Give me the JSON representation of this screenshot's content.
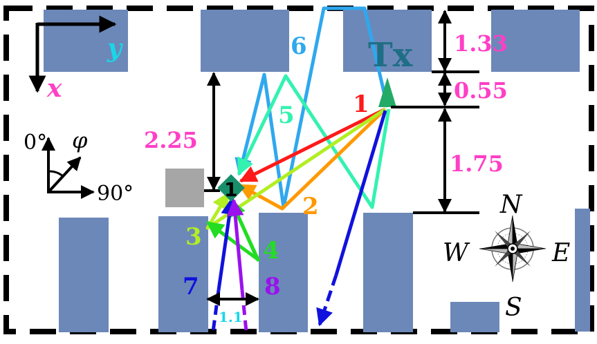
{
  "axes": {
    "x_label": "x",
    "y_label": "y"
  },
  "angle_key": {
    "zero_label": "0°",
    "phi_label": "φ",
    "ninety_label": "90°"
  },
  "transmitter": {
    "label": "Tx"
  },
  "receiver": {
    "label": "1"
  },
  "dimensions": {
    "top_gap": "1.33",
    "tx_offset": "0.55",
    "tx_to_street": "1.75",
    "rx_to_top": "2.25",
    "street_width": "1.1"
  },
  "compass": {
    "north": "N",
    "south": "S",
    "east": "E",
    "west": "W"
  },
  "paths": [
    {
      "id": "1",
      "color": "#ff1a1a"
    },
    {
      "id": "2",
      "color": "#ff9900"
    },
    {
      "id": "3",
      "color": "#b2ee22"
    },
    {
      "id": "4",
      "color": "#22dd22"
    },
    {
      "id": "5",
      "color": "#33f2b0"
    },
    {
      "id": "6",
      "color": "#2fa8ee"
    },
    {
      "id": "7",
      "color": "#1111dd"
    },
    {
      "id": "8",
      "color": "#9a11ee"
    }
  ],
  "colors": {
    "building": "#6c88b8",
    "receiver_box": "#a6a6a6",
    "tx_marker": "#22aa66",
    "dimension_text": "#ff3fc6",
    "axis_text": "#ff3fc6",
    "y_axis_text": "#19d6e8"
  }
}
